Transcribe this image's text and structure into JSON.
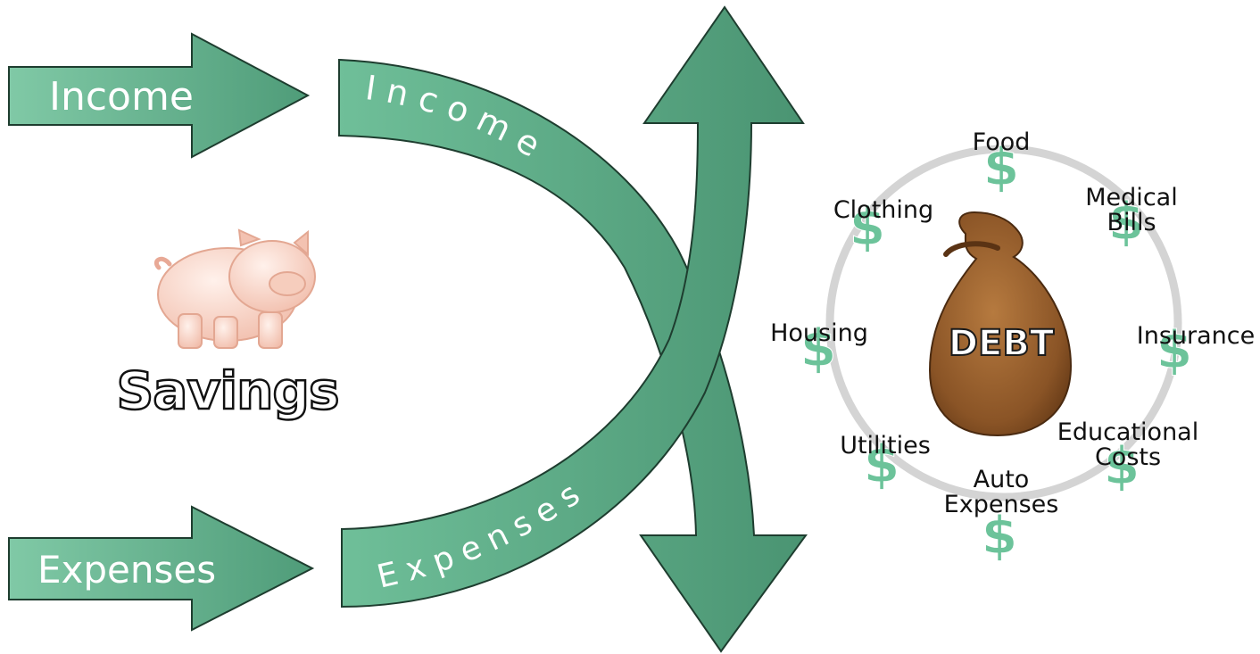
{
  "arrows": {
    "income_label": "Income",
    "expenses_label": "Expenses"
  },
  "curves": {
    "income_label": "Income",
    "expenses_label": "Expenses"
  },
  "savings": {
    "label": "Savings"
  },
  "debt": {
    "label": "DEBT",
    "currency_symbol": "$",
    "items": [
      {
        "lines": [
          "Food"
        ]
      },
      {
        "lines": [
          "Medical",
          "Bills"
        ]
      },
      {
        "lines": [
          "Insurance"
        ]
      },
      {
        "lines": [
          "Educational",
          "Costs"
        ]
      },
      {
        "lines": [
          "Auto",
          "Expenses"
        ]
      },
      {
        "lines": [
          "Utilities"
        ]
      },
      {
        "lines": [
          "Housing"
        ]
      },
      {
        "lines": [
          "Clothing"
        ]
      }
    ]
  },
  "colors": {
    "arrow_light": "#7ec4a2",
    "arrow_dark": "#4e9a78",
    "ring": "#d4d4d4",
    "dollar": "#6cc39a",
    "bag": "#8b5a2b",
    "pig": "#f7d3c6"
  }
}
